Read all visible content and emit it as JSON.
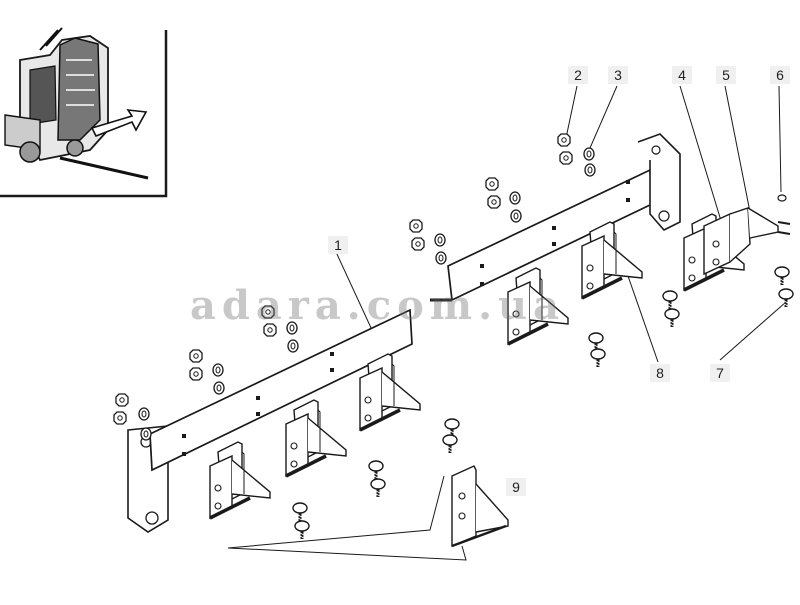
{
  "diagram": {
    "watermark": "adara.com.ua",
    "callouts": [
      {
        "id": "1",
        "label": "1"
      },
      {
        "id": "2",
        "label": "2"
      },
      {
        "id": "3",
        "label": "3"
      },
      {
        "id": "4",
        "label": "4"
      },
      {
        "id": "5",
        "label": "5"
      },
      {
        "id": "6",
        "label": "6"
      },
      {
        "id": "7",
        "label": "7"
      },
      {
        "id": "8",
        "label": "8"
      },
      {
        "id": "9",
        "label": "9"
      }
    ],
    "colors": {
      "line": "#1a1a1a",
      "paper": "#ffffff",
      "callout_bg": "#f0f0f0"
    }
  }
}
